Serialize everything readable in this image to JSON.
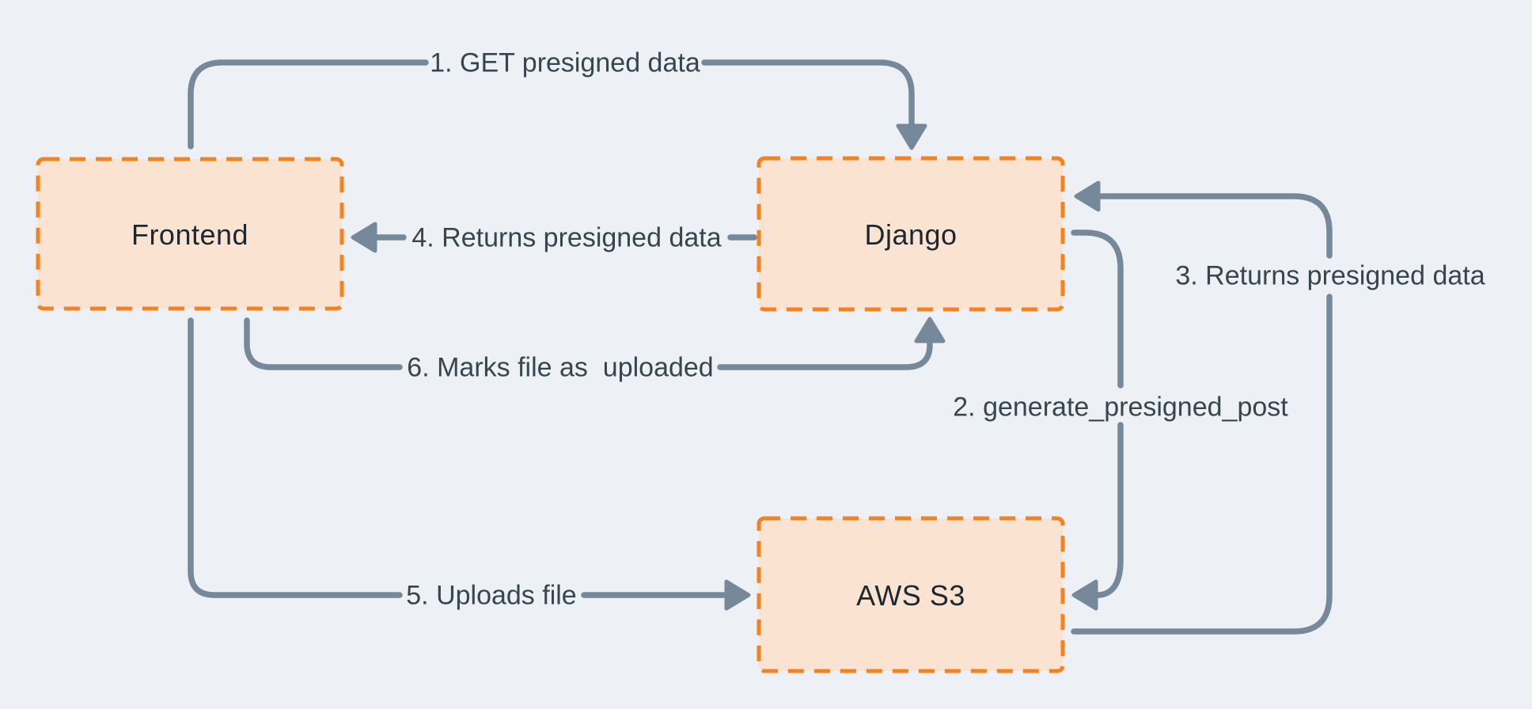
{
  "diagram": {
    "background_color": "#EDF1F5",
    "node_fill_color": "#FBE3D2",
    "node_border_color": "#F5821F",
    "arrow_color": "#76899B",
    "node_label_color": "#1C2830",
    "edge_label_color": "#37454F",
    "nodes": [
      {
        "id": "frontend",
        "label": "Frontend"
      },
      {
        "id": "django",
        "label": "Django"
      },
      {
        "id": "aws-s3",
        "label": "AWS S3"
      }
    ],
    "edges": [
      {
        "step": 1,
        "label": "1. GET presigned data",
        "from": "frontend",
        "to": "django"
      },
      {
        "step": 2,
        "label": "2. generate_presigned_post",
        "from": "django",
        "to": "aws-s3"
      },
      {
        "step": 3,
        "label": "3. Returns presigned data",
        "from": "aws-s3",
        "to": "django"
      },
      {
        "step": 4,
        "label": "4. Returns presigned data",
        "from": "django",
        "to": "frontend"
      },
      {
        "step": 5,
        "label": "5. Uploads file",
        "from": "frontend",
        "to": "aws-s3"
      },
      {
        "step": 6,
        "label": "6. Marks file as  uploaded",
        "from": "frontend",
        "to": "django"
      }
    ]
  }
}
